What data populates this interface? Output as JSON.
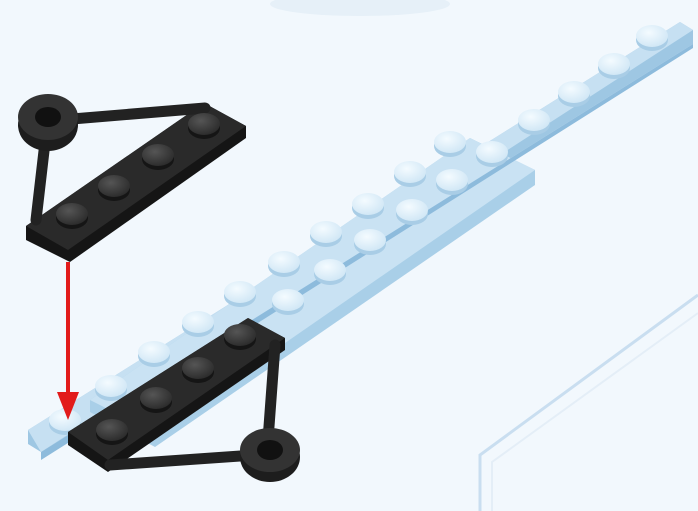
{
  "scene": {
    "step": "attach-black-plates-to-light-blue-plate",
    "colors": {
      "background": "#f2f8fd",
      "light_blue_top": "#c6e0f2",
      "light_blue_side": "#9ec7e3",
      "light_blue_stud": "#e6f4fb",
      "black_plate": "#2a2a2a",
      "black_plate_side": "#151515",
      "black_stud": "#3f3f3f",
      "arrow": "#e21b1b"
    },
    "parts": {
      "base_plate": {
        "name": "light-blue-plate",
        "color": "light blue"
      },
      "upper_black_plate": {
        "name": "black-plate-with-bar-and-ring",
        "color": "black"
      },
      "lower_black_plate": {
        "name": "black-plate-with-bar-and-ring",
        "color": "black"
      }
    },
    "instruction_icon": "down-arrow-icon"
  }
}
